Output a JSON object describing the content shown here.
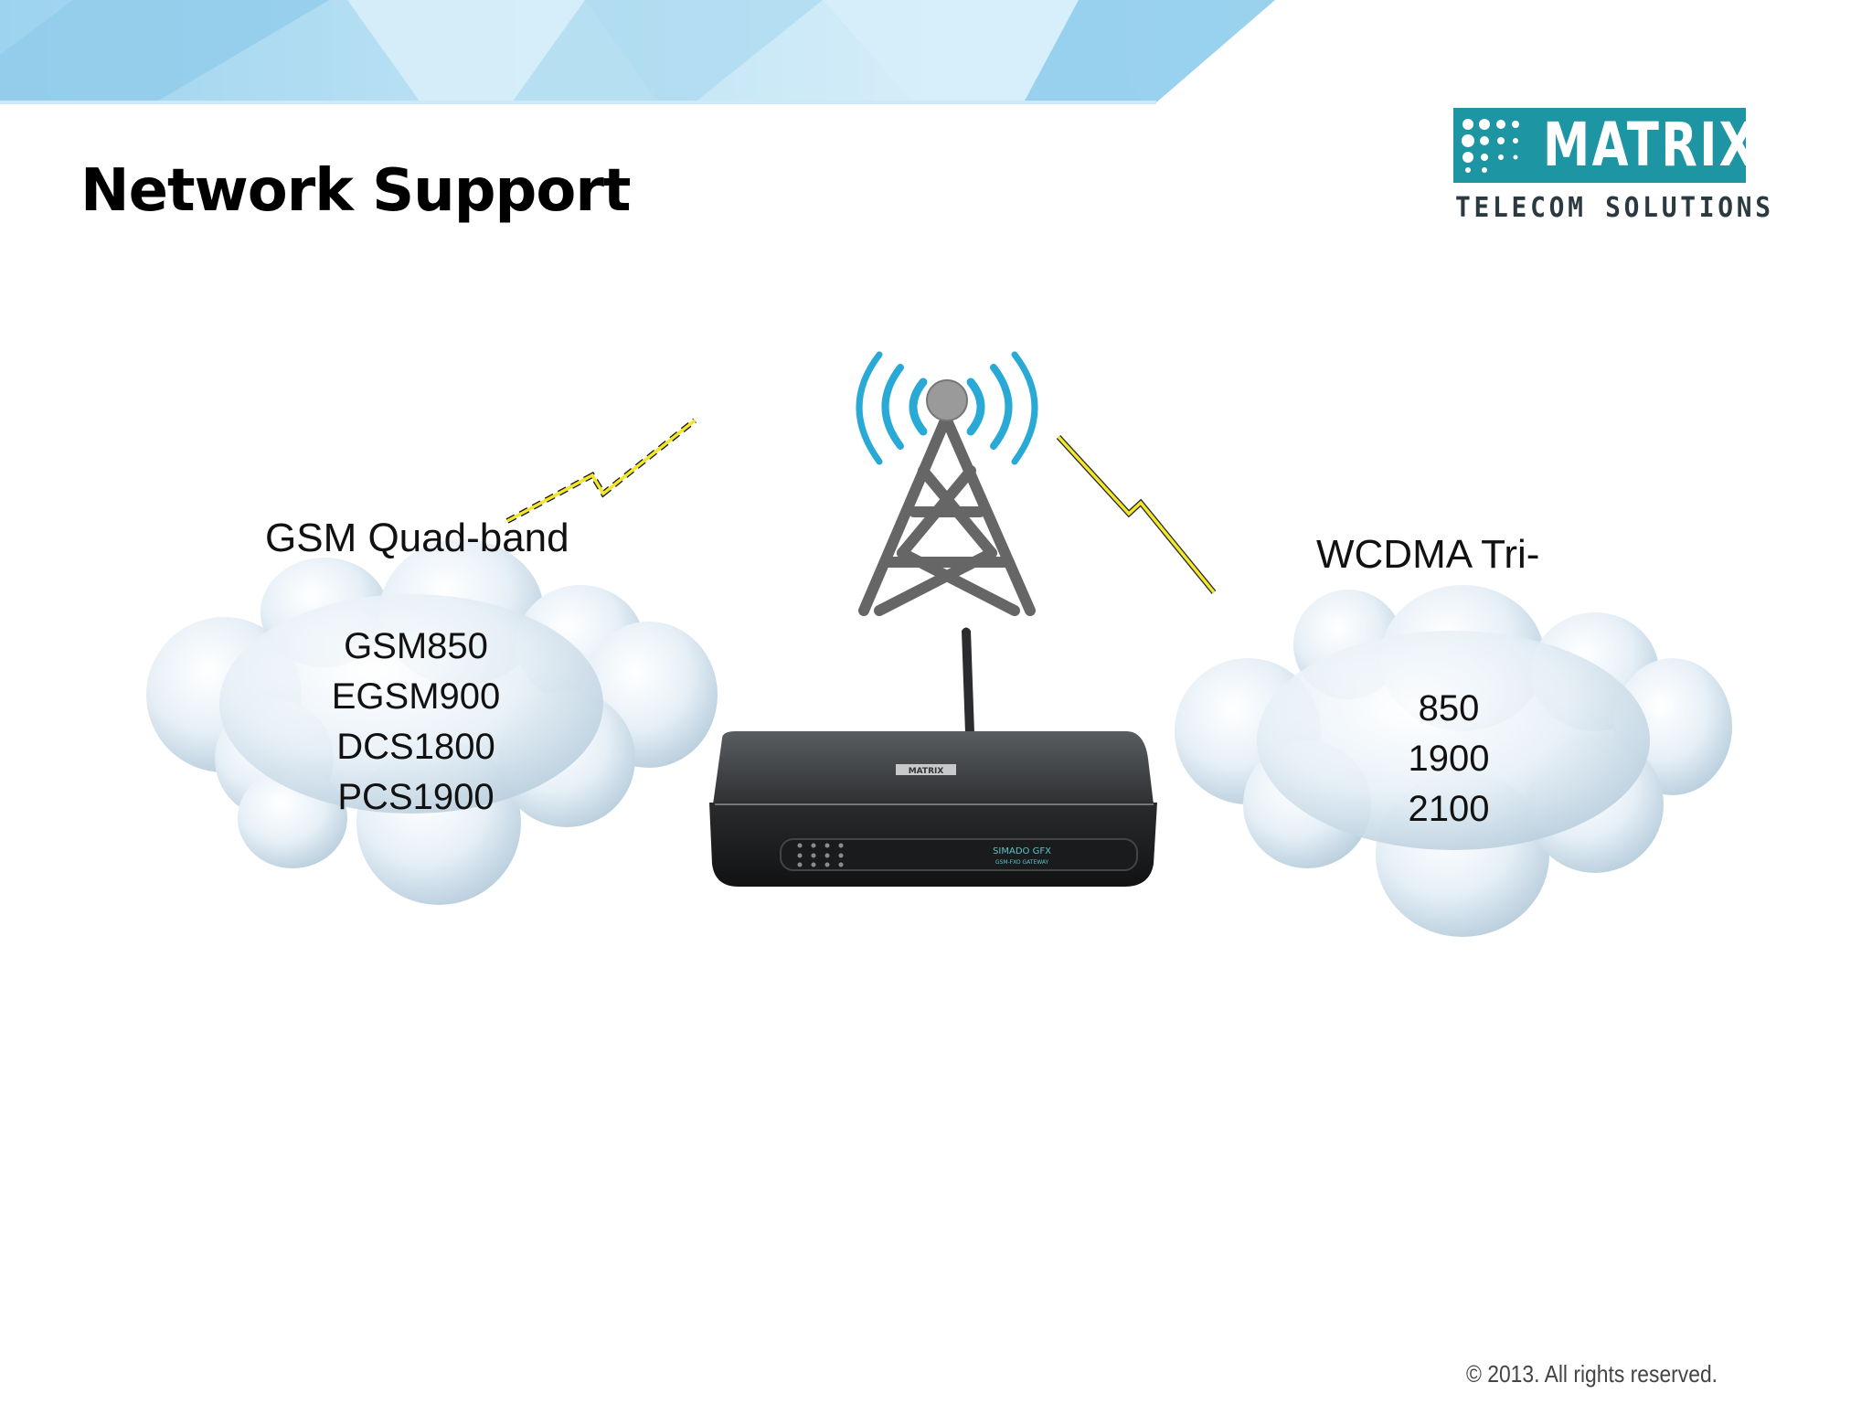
{
  "slide": {
    "title": "Network Support",
    "footer": "© 2013. All rights reserved."
  },
  "logo": {
    "word": "MATRIX",
    "tagline": "TELECOM SOLUTIONS",
    "brand_color": "#1e95a3"
  },
  "diagram": {
    "left_cloud": {
      "label": "GSM Quad-band",
      "bands": [
        "GSM850",
        "EGSM900",
        "DCS1800",
        "PCS1900"
      ]
    },
    "right_cloud": {
      "label": "WCDMA Tri-",
      "bands": [
        "850",
        "1900",
        "2100"
      ]
    },
    "device": {
      "brand": "MATRIX",
      "model": "SIMADO GFX",
      "subtitle": "GSM-FXO GATEWAY"
    },
    "colors": {
      "tower": "#666666",
      "signal_waves": "#29a9d6",
      "lightning": "#f2e62a",
      "cloud_fill": "#e4eef6"
    }
  }
}
